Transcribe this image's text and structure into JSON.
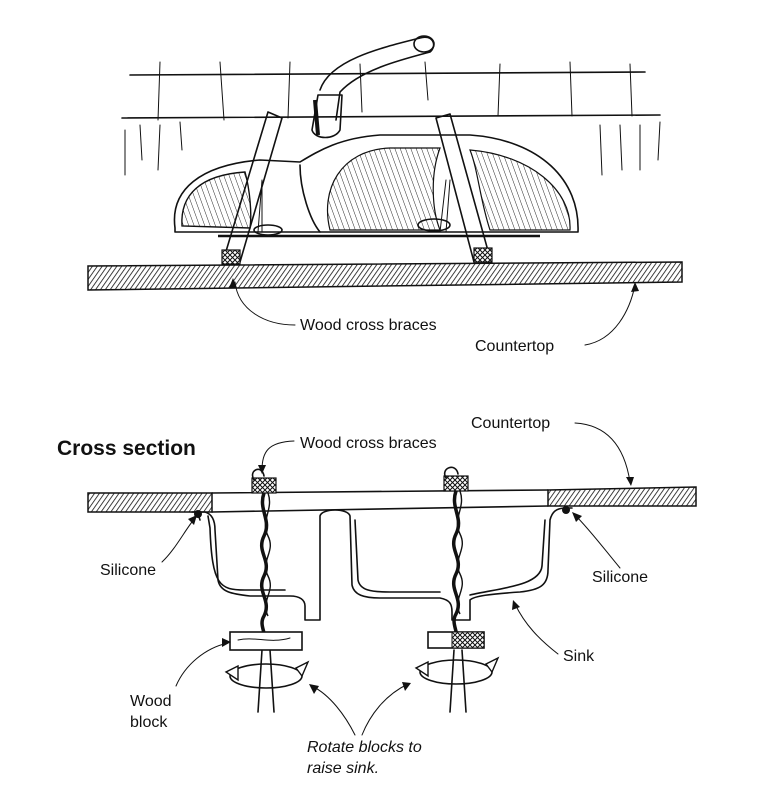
{
  "top_view": {
    "label_braces": "Wood cross braces",
    "label_countertop": "Countertop"
  },
  "cross_section": {
    "title": "Cross section",
    "label_braces": "Wood cross braces",
    "label_countertop": "Countertop",
    "label_silicone_left": "Silicone",
    "label_silicone_right": "Silicone",
    "label_sink": "Sink",
    "label_wood_block_line1": "Wood",
    "label_wood_block_line2": "block",
    "label_rotate_line1": "Rotate blocks to",
    "label_rotate_line2": "raise sink."
  }
}
